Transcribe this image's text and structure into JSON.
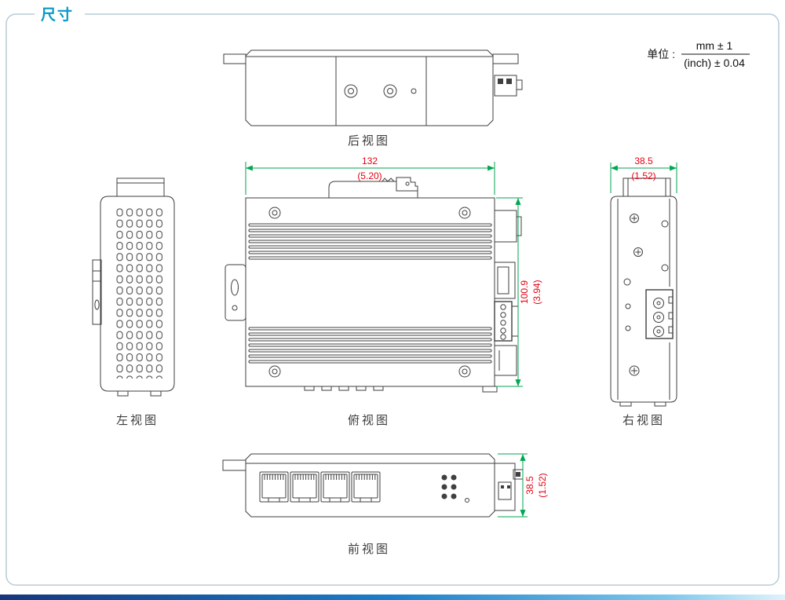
{
  "page": {
    "title": "尺寸"
  },
  "units": {
    "label": "单位 :",
    "numerator": "mm ± 1",
    "denominator": "(inch) ± 0.04"
  },
  "views": {
    "rear": {
      "label": "后视图"
    },
    "left": {
      "label": "左视图"
    },
    "top": {
      "label": "俯视图",
      "width_mm": "132",
      "width_inch": "(5.20)",
      "height_mm": "100.9",
      "height_inch": "(3.94)"
    },
    "right": {
      "label": "右视图",
      "width_mm": "38.5",
      "width_inch": "(1.52)"
    },
    "front": {
      "label": "前视图",
      "height_mm": "38.5",
      "height_inch": "(1.52)"
    }
  },
  "colors": {
    "accent": "#0899c8",
    "dimension_line": "#00a651",
    "dimension_text": "#e50012",
    "drawing_line": "#3f3f3f",
    "border": "#b9cbd6"
  }
}
